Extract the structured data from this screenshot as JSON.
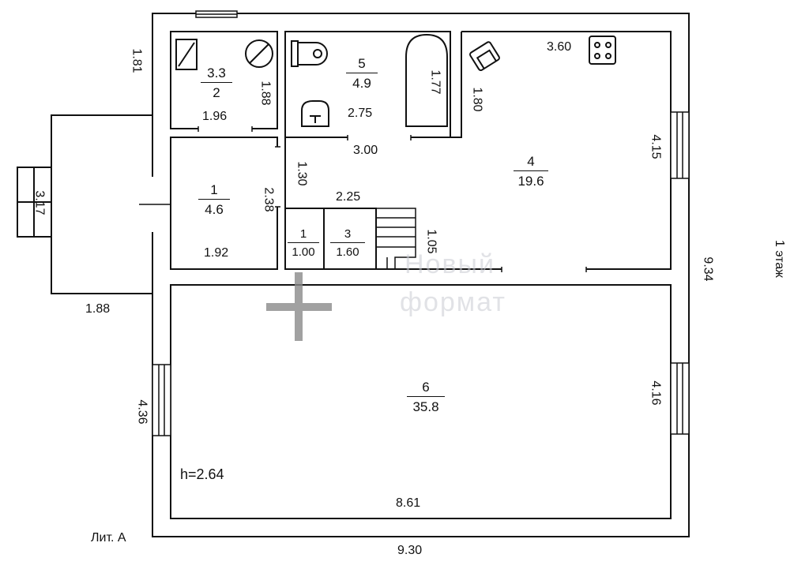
{
  "floor_label": "1 этаж",
  "litera": "Лит. А",
  "ceiling_height": "h=2.64",
  "rooms": [
    {
      "id": "r1",
      "number": "1",
      "area": "4.6"
    },
    {
      "id": "r2",
      "number": "1",
      "area": "1.00"
    },
    {
      "id": "r3",
      "number": "3",
      "area": "1.60"
    },
    {
      "id": "r33",
      "number": "3.3",
      "area": "2"
    },
    {
      "id": "r4",
      "number": "4",
      "area": "19.6"
    },
    {
      "id": "r5",
      "number": "5",
      "area": "4.9"
    },
    {
      "id": "r6",
      "number": "6",
      "area": "35.8"
    }
  ],
  "dimensions": {
    "total_width": "9.30",
    "total_height": "9.34",
    "porch_width": "1.88",
    "porch_height": "3.17",
    "left_top": "1.81",
    "r33_width": "1.96",
    "r33_height": "1.88",
    "bath_width": "2.75",
    "bath_height": "1.77",
    "corridor_width": "3.00",
    "kitchen_wall": "1.80",
    "kitchen_width": "3.60",
    "kitchen_height": "4.15",
    "stair_top": "1.30",
    "stair_width": "2.25",
    "stair_height": "1.05",
    "r1_height": "2.38",
    "r1_width": "1.92",
    "hall_left": "4.36",
    "hall_right": "4.16",
    "hall_width": "8.61"
  },
  "watermark": {
    "line1": "Новый",
    "line2": "формат"
  },
  "icons": [
    "washing-machine-icon",
    "boiler-icon",
    "toilet-icon",
    "sink-icon",
    "bathtub-icon",
    "armchair-icon",
    "stove-icon",
    "crosshair-icon"
  ]
}
